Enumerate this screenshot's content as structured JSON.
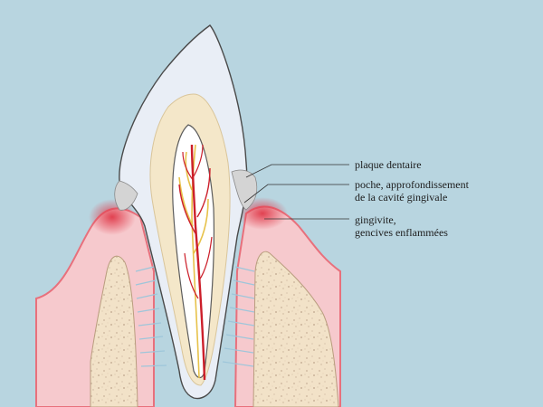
{
  "labels": {
    "plaque": {
      "line1": "plaque dentaire"
    },
    "poche": {
      "line1": "poche, approfondissement",
      "line2": "de la cavité gingivale"
    },
    "gingivite": {
      "line1": "gingivite,",
      "line2": "gencives enflammées"
    }
  },
  "colors": {
    "background": "#b8d5e0",
    "gum": "#f6c9cd",
    "gum_border": "#e8707c",
    "inflammation": "#e03a4a",
    "bone": "#f2e2c8",
    "bone_spots": "#c9b39a",
    "enamel": "#e9eef6",
    "dentin": "#f4e7c9",
    "pulp": "#ffffff",
    "plaque": "#d9d9d9",
    "artery": "#cc1f2a",
    "nerve": "#e7c24a",
    "ligament": "#9ec6da"
  }
}
